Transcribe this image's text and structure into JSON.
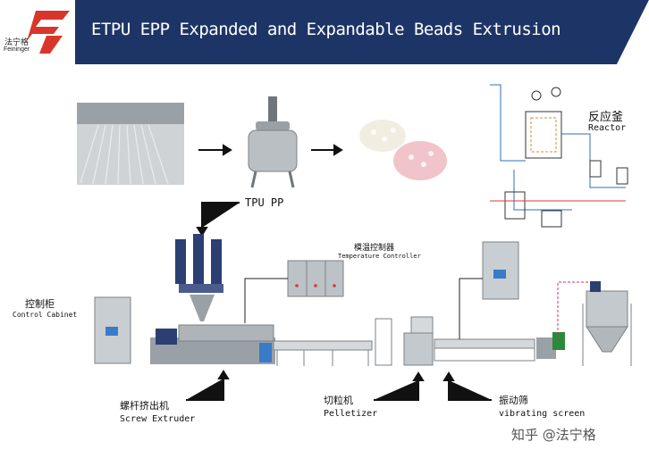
{
  "header": {
    "title": "ETPU EPP Expanded and Expandable Beads Extrusion",
    "brand_cn": "法宁格",
    "brand_en": "Feininger",
    "colors": {
      "navy": "#1d3566",
      "brand_red": "#d9362b"
    }
  },
  "top_row": {
    "material_label": "TPU PP",
    "reactor_cn": "反应釜",
    "reactor_en": "Reactor"
  },
  "labels": {
    "temperature_controller_cn": "模温控制器",
    "temperature_controller_en": "Temperature Controller",
    "control_cabinet_cn": "控制柜",
    "control_cabinet_en": "Control Cabinet",
    "screw_extruder_cn": "螺杆挤出机",
    "screw_extruder_en": "Screw Extruder",
    "pelletizer_cn": "切粒机",
    "pelletizer_en": "Pelletizer",
    "vibrating_screen_cn": "振动筛",
    "vibrating_screen_en": "vibrating screen"
  },
  "watermark": "知乎 @法宁格"
}
